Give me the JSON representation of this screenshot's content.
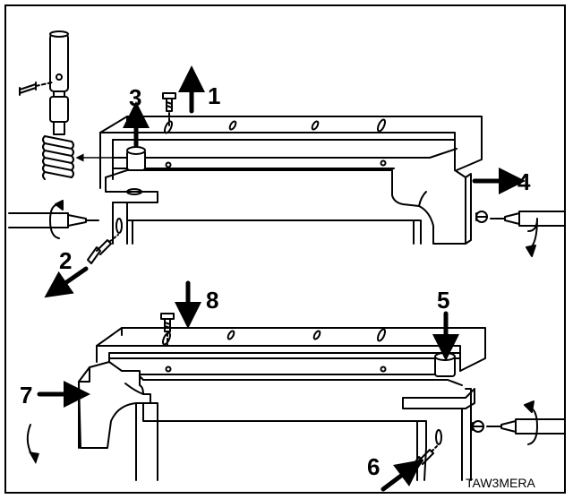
{
  "figure": {
    "reference_code": "TAW3MERA",
    "step_labels": [
      "1",
      "2",
      "3",
      "4",
      "5",
      "6",
      "7",
      "8"
    ]
  },
  "colors": {
    "ink": "#000000",
    "paper": "#ffffff"
  }
}
